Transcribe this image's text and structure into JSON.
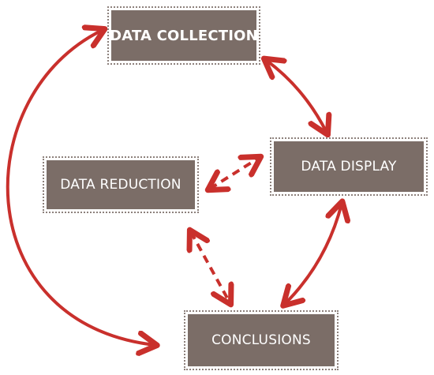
{
  "nodes": {
    "data_collection": "DATA COLLECTION",
    "data_display": "DATA DISPLAY",
    "data_reduction": "DATA REDUCTION",
    "conclusions": "CONCLUSIONS"
  },
  "colors": {
    "arrow": "#c9302c",
    "box_fill": "#7b6d67",
    "box_border": "#8d817c",
    "text": "#ffffff",
    "background": "#ffffff"
  },
  "connections": [
    {
      "from": "data_collection",
      "to": "data_display",
      "style": "solid",
      "direction": "both"
    },
    {
      "from": "data_display",
      "to": "conclusions",
      "style": "solid",
      "direction": "both"
    },
    {
      "from": "data_collection",
      "to": "conclusions",
      "style": "solid",
      "direction": "both"
    },
    {
      "from": "data_reduction",
      "to": "data_display",
      "style": "dashed",
      "direction": "both"
    },
    {
      "from": "data_reduction",
      "to": "conclusions",
      "style": "dashed",
      "direction": "both"
    }
  ]
}
